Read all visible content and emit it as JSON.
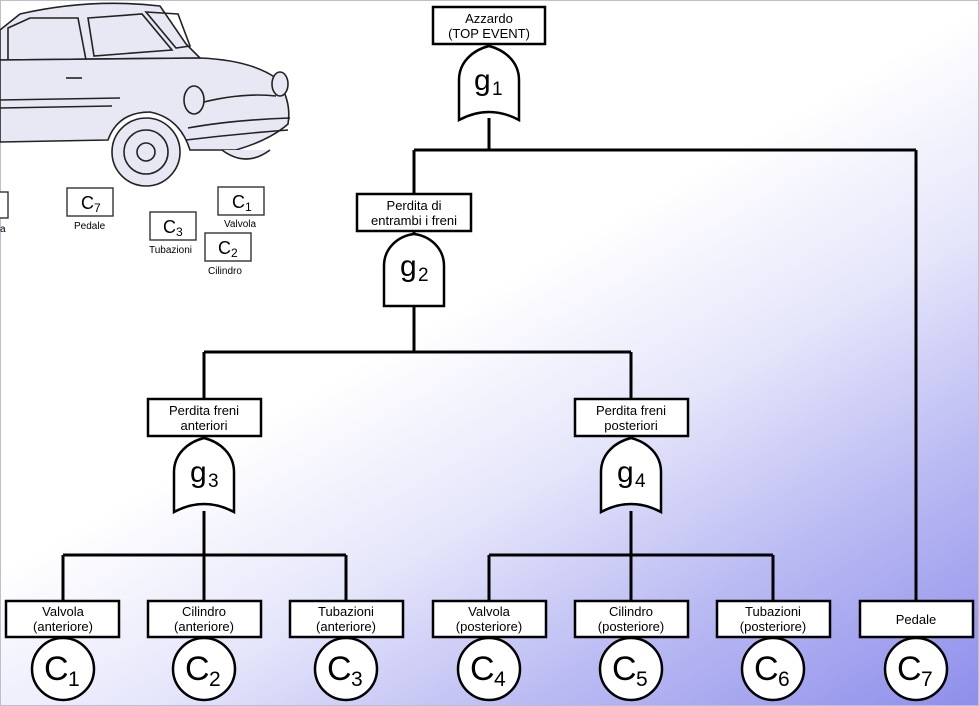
{
  "top_event": {
    "line1": "Azzardo",
    "line2": "(TOP EVENT)"
  },
  "gates": [
    {
      "id": "g1",
      "sym": "g",
      "sub": "1"
    },
    {
      "id": "g2",
      "sym": "g",
      "sub": "2"
    },
    {
      "id": "g3",
      "sym": "g",
      "sub": "3"
    },
    {
      "id": "g4",
      "sym": "g",
      "sub": "4"
    }
  ],
  "events": {
    "e_both": {
      "line1": "Perdita di",
      "line2": "entrambi i freni"
    },
    "e_front": {
      "line1": "Perdita freni",
      "line2": "anteriori"
    },
    "e_rear": {
      "line1": "Perdita freni",
      "line2": "posteriori"
    }
  },
  "basic_events": [
    {
      "line1": "Valvola",
      "line2": "(anteriore)",
      "sym": "C",
      "sub": "1"
    },
    {
      "line1": "Cilindro",
      "line2": "(anteriore)",
      "sym": "C",
      "sub": "2"
    },
    {
      "line1": "Tubazioni",
      "line2": "(anteriore)",
      "sym": "C",
      "sub": "3"
    },
    {
      "line1": "Valvola",
      "line2": "(posteriore)",
      "sym": "C",
      "sub": "4"
    },
    {
      "line1": "Cilindro",
      "line2": "(posteriore)",
      "sym": "C",
      "sub": "5"
    },
    {
      "line1": "Tubazioni",
      "line2": "(posteriore)",
      "sym": "C",
      "sub": "6"
    },
    {
      "line1": "Pedale",
      "line2": "",
      "sym": "C",
      "sub": "7"
    }
  ],
  "car_labels": [
    {
      "sym": "C",
      "sub": "7",
      "caption": "Pedale"
    },
    {
      "sym": "C",
      "sub": "1",
      "caption": "Valvola"
    },
    {
      "sym": "C",
      "sub": "3",
      "caption": "Tubazioni"
    },
    {
      "sym": "C",
      "sub": "2",
      "caption": "Cilindro"
    },
    {
      "sym": "",
      "sub": "",
      "caption": "a"
    }
  ]
}
